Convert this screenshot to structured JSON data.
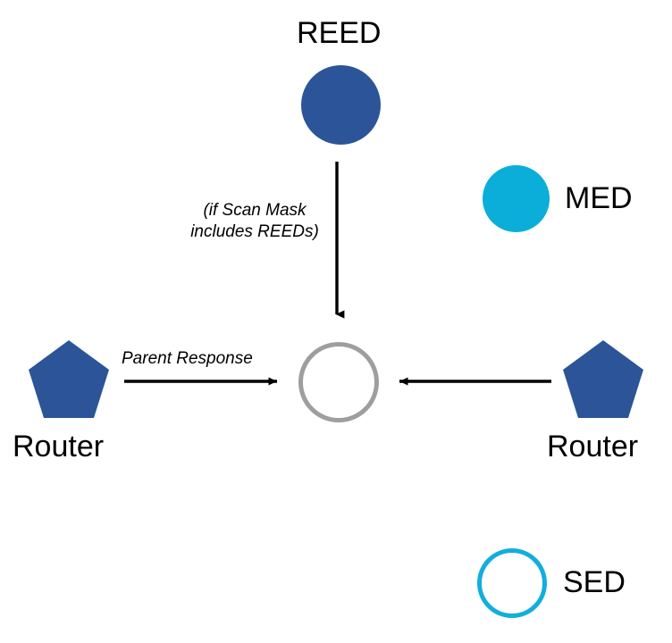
{
  "diagram": {
    "title": "REED / MED / SED network response diagram",
    "background": "#ffffff",
    "colors": {
      "reed_blue": "#2B5598",
      "med_cyan": "#0BAED8",
      "sed_cyan": "#12AEDC",
      "center_gray": "#9E9E9E",
      "arrow_black": "#000000",
      "text_black": "#000000"
    },
    "nodes": {
      "reed": {
        "label": "REED",
        "shape": "filled-circle",
        "color": "#2B5598"
      },
      "med": {
        "label": "MED",
        "shape": "filled-circle",
        "color": "#0BAED8"
      },
      "sed": {
        "label": "SED",
        "shape": "hollow-circle",
        "color": "#12AEDC"
      },
      "center": {
        "label": "",
        "shape": "hollow-circle",
        "color": "#9E9E9E"
      },
      "router_left": {
        "label": "Router",
        "shape": "pentagon",
        "color": "#2B5598"
      },
      "router_right": {
        "label": "Router",
        "shape": "pentagon",
        "color": "#2B5598"
      }
    },
    "edges": {
      "reed_to_center": {
        "label": "(if Scan Mask\nincludes REEDs)",
        "direction": "down"
      },
      "router_left_to_center": {
        "label": "Parent Response",
        "direction": "right"
      },
      "router_right_to_center": {
        "label": "",
        "direction": "left"
      }
    }
  }
}
